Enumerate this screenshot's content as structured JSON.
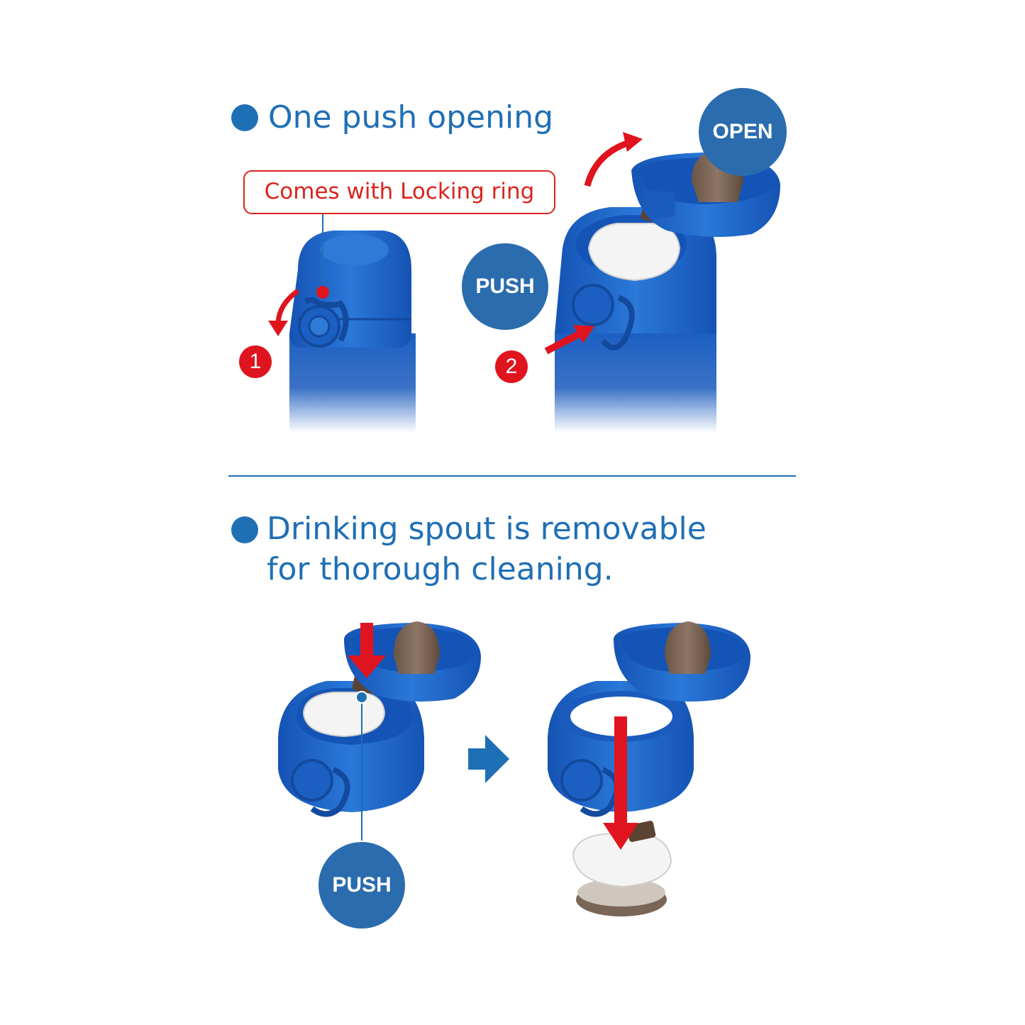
{
  "section1": {
    "heading": "One push opening",
    "callout": "Comes with Locking ring",
    "badges": {
      "push": "PUSH",
      "open": "OPEN"
    },
    "steps": [
      "1",
      "2"
    ]
  },
  "section2": {
    "heading_line1": "Drinking spout is removable",
    "heading_line2": "for thorough cleaning.",
    "badge_push": "PUSH"
  },
  "colors": {
    "heading_blue": "#1f6fb5",
    "badge_blue": "#2a6cae",
    "bottle_blue": "#1c64c4",
    "accent_red": "#e0141e",
    "spout_white": "#f4f4f4",
    "stopper_brown": "#7a6656"
  }
}
